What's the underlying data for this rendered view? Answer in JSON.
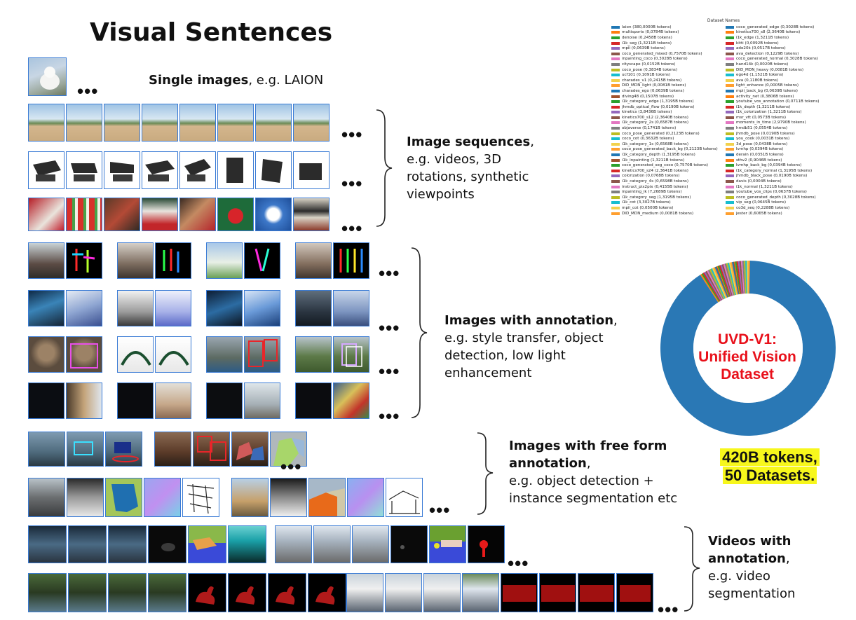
{
  "title": "Visual Sentences",
  "captions": {
    "single": {
      "bold": "Single images",
      "rest": ", e.g. LAION"
    },
    "sequences": {
      "bold": "Image sequences",
      "rest": ",",
      "lines": [
        "e.g. videos, 3D",
        "rotations, synthetic",
        "viewpoints"
      ]
    },
    "annotation": {
      "bold": "Images with annotation",
      "rest": ",",
      "lines": [
        "e.g. style transfer, object",
        "detection, low light",
        "enhancement"
      ]
    },
    "freeform": {
      "bold1": "Images with free form",
      "bold2": "annotation",
      "rest": ",",
      "lines": [
        "e.g. object detection +",
        "instance segmentation etc"
      ]
    },
    "videos": {
      "bold1": "Videos with",
      "bold2": "annotation",
      "rest": ",",
      "lines": [
        "e.g. video",
        "segmentation"
      ]
    }
  },
  "ellipsis": "•••",
  "legend_title": "Dataset Names",
  "legend": [
    {
      "label": "laion (380,0000B tokens)",
      "color": "#1f77b4"
    },
    {
      "label": "coco_generated_edge (0,3028B tokens)",
      "color": "#1f77b4"
    },
    {
      "label": "multisports (0,0784B tokens)",
      "color": "#ff7f0e"
    },
    {
      "label": "kinetics700_s8 (2,3640B tokens)",
      "color": "#ff7f0e"
    },
    {
      "label": "denoise (0,2458B tokens)",
      "color": "#2ca02c"
    },
    {
      "label": "i1k_edge (1,3211B tokens)",
      "color": "#2ca02c"
    },
    {
      "label": "i1k_seg (1,3211B tokens)",
      "color": "#d62728"
    },
    {
      "label": "kitti (0,0092B tokens)",
      "color": "#d62728"
    },
    {
      "label": "mpii (0,0639B tokens)",
      "color": "#9467bd"
    },
    {
      "label": "ade20k (0,0517B tokens)",
      "color": "#9467bd"
    },
    {
      "label": "coco_generated_mixed (0,7570B tokens)",
      "color": "#8c564b"
    },
    {
      "label": "ava_detection (0,1229B tokens)",
      "color": "#8c564b"
    },
    {
      "label": "inpainting_coco (0,3028B tokens)",
      "color": "#e377c2"
    },
    {
      "label": "coco_generated_normal (0,3028B tokens)",
      "color": "#e377c2"
    },
    {
      "label": "cityscape (0,0152B tokens)",
      "color": "#7f7f7f"
    },
    {
      "label": "hand14k (0,0020B tokens)",
      "color": "#7f7f7f"
    },
    {
      "label": "coco_pose (0,3834B tokens)",
      "color": "#bcbd22"
    },
    {
      "label": "DID_MDN_heavy (0,0081B tokens)",
      "color": "#bcbd22"
    },
    {
      "label": "ucf101 (0,1091B tokens)",
      "color": "#17becf"
    },
    {
      "label": "ego4d (1,1521B tokens)",
      "color": "#17becf"
    },
    {
      "label": "charades_v1 (0,2415B tokens)",
      "color": "#f2d14c"
    },
    {
      "label": "ava (0,1180B tokens)",
      "color": "#f2d14c"
    },
    {
      "label": "DID_MDN_light (0,0081B tokens)",
      "color": "#ff9f2f"
    },
    {
      "label": "light_enhance (0,0005B tokens)",
      "color": "#ff9f2f"
    },
    {
      "label": "charades_ego (0,0639B tokens)",
      "color": "#1f77b4"
    },
    {
      "label": "mpii_back_bg (0,0639B tokens)",
      "color": "#1f77b4"
    },
    {
      "label": "diving48 (0,1507B tokens)",
      "color": "#a0522d"
    },
    {
      "label": "activity_net (0,3806B tokens)",
      "color": "#ff7f0e"
    },
    {
      "label": "i1k_category_edge (1,3195B tokens)",
      "color": "#2ca02c"
    },
    {
      "label": "youtube_vos_annotation (0,0711B tokens)",
      "color": "#2ca02c"
    },
    {
      "label": "jhmdb_optical_flow (0,0190B tokens)",
      "color": "#d62728"
    },
    {
      "label": "i1k_depth (1,3211B tokens)",
      "color": "#d62728"
    },
    {
      "label": "kinetics (3,8436B tokens)",
      "color": "#9467bd"
    },
    {
      "label": "i1k_colorization (1,3211B tokens)",
      "color": "#9467bd"
    },
    {
      "label": "kinetics700_s12 (2,3640B tokens)",
      "color": "#8c564b"
    },
    {
      "label": "msr_vtt (0,0573B tokens)",
      "color": "#8c564b"
    },
    {
      "label": "i1k_category_2s (0,6587B tokens)",
      "color": "#e377c2"
    },
    {
      "label": "moments_in_time (2,9790B tokens)",
      "color": "#e377c2"
    },
    {
      "label": "objaverse (0,1741B tokens)",
      "color": "#7f7f7f"
    },
    {
      "label": "hmdb51 (0,0554B tokens)",
      "color": "#7f7f7f"
    },
    {
      "label": "coco_pose_generated (0,2123B tokens)",
      "color": "#bcbd22"
    },
    {
      "label": "jhmdb_pose (0,0190B tokens)",
      "color": "#bcbd22"
    },
    {
      "label": "coco_cot (0,3632B tokens)",
      "color": "#17becf"
    },
    {
      "label": "you_cook (0,0031B tokens)",
      "color": "#17becf"
    },
    {
      "label": "i1k_category_1s (0,6568B tokens)",
      "color": "#f2d14c"
    },
    {
      "label": "3d_pose (0,0438B tokens)",
      "color": "#f2d14c"
    },
    {
      "label": "coco_pose_generated_back_bg (0,2123B tokens)",
      "color": "#ff9f2f"
    },
    {
      "label": "lvmhp (0,0394B tokens)",
      "color": "#ff9f2f"
    },
    {
      "label": "i1k_category_depth (1,3195B tokens)",
      "color": "#1f77b4"
    },
    {
      "label": "derain (0,0351B tokens)",
      "color": "#1f77b4"
    },
    {
      "label": "i1k_inpainting (1,3211B tokens)",
      "color": "#a0522d"
    },
    {
      "label": "sthv2 (0,9046B tokens)",
      "color": "#ff7f0e"
    },
    {
      "label": "coco_generated_seg_coco (0,7570B tokens)",
      "color": "#2ca02c"
    },
    {
      "label": "lvmhp_back_bg (0,0394B tokens)",
      "color": "#2ca02c"
    },
    {
      "label": "kinetics700_s24 (2,3641B tokens)",
      "color": "#d62728"
    },
    {
      "label": "i1k_category_normal (1,3195B tokens)",
      "color": "#d62728"
    },
    {
      "label": "colorization (0,0768B tokens)",
      "color": "#9467bd"
    },
    {
      "label": "jhmdb_black_pose (0,0190B tokens)",
      "color": "#9467bd"
    },
    {
      "label": "i1k_category_4s (0,6598B tokens)",
      "color": "#8c564b"
    },
    {
      "label": "davis (0,0004B tokens)",
      "color": "#8c564b"
    },
    {
      "label": "instruct_pix2pix (0,4155B tokens)",
      "color": "#e377c2"
    },
    {
      "label": "i1k_normal (1,3211B tokens)",
      "color": "#e377c2"
    },
    {
      "label": "inpainting_ik (7,2689B tokens)",
      "color": "#7f7f7f"
    },
    {
      "label": "youtube_vos_clips (0,0637B tokens)",
      "color": "#7f7f7f"
    },
    {
      "label": "i1k_category_seg (1,3195B tokens)",
      "color": "#bcbd22"
    },
    {
      "label": "coco_generated_depth (0,3028B tokens)",
      "color": "#bcbd22"
    },
    {
      "label": "i1k_cot (3,3027B tokens)",
      "color": "#17becf"
    },
    {
      "label": "vip_seg (0,0645B tokens)",
      "color": "#17becf"
    },
    {
      "label": "mpii_cot (0,0500B tokens)",
      "color": "#f2d14c"
    },
    {
      "label": "co3d_seq (0,2288B tokens)",
      "color": "#f2d14c"
    },
    {
      "label": "DID_MDN_medium (0,0081B tokens)",
      "color": "#ff9f2f"
    },
    {
      "label": "jester (0,6065B tokens)",
      "color": "#ff9f2f"
    }
  ],
  "donut": {
    "label_lines": [
      "UVD-V1:",
      "Unified Vision",
      "Dataset"
    ],
    "main_color": "#2a78b5",
    "label_color": "#e8101a",
    "slices_big_share": 0.905
  },
  "stats": [
    "420B tokens,",
    "50 Datasets."
  ],
  "highlight_color": "#f7f71c"
}
